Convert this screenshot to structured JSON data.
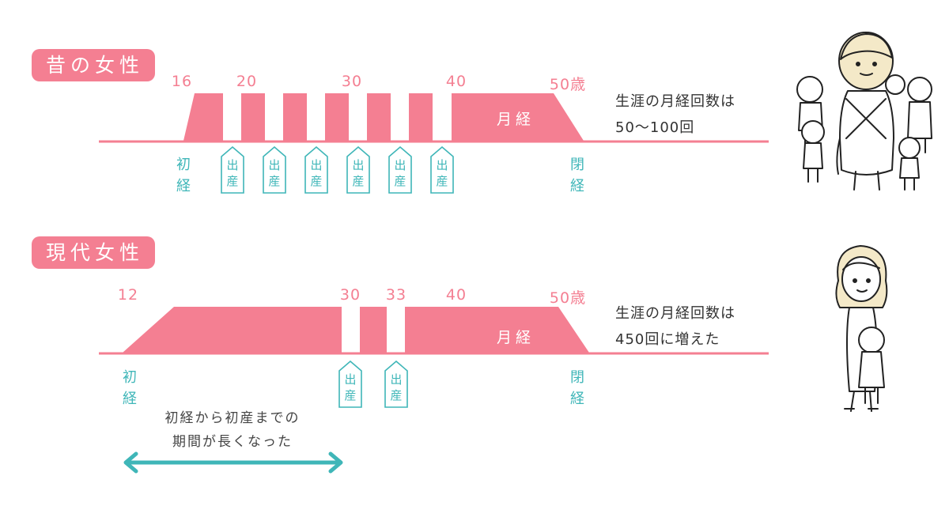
{
  "past": {
    "title": "昔の女性",
    "ticks": [
      "16",
      "20",
      "30",
      "40",
      "50歳"
    ],
    "period_label": "月経",
    "menarche": [
      "初",
      "経"
    ],
    "menopause": [
      "閉",
      "経"
    ],
    "birth_tags": [
      [
        "出",
        "産"
      ],
      [
        "出",
        "産"
      ],
      [
        "出",
        "産"
      ],
      [
        "出",
        "産"
      ],
      [
        "出",
        "産"
      ],
      [
        "出",
        "産"
      ]
    ],
    "summary_line1": "生涯の月経回数は",
    "summary_line2": "50〜100回"
  },
  "modern": {
    "title": "現代女性",
    "ticks": [
      "12",
      "30",
      "33",
      "40",
      "50歳"
    ],
    "period_label": "月経",
    "menarche": [
      "初",
      "経"
    ],
    "menopause": [
      "閉",
      "経"
    ],
    "birth_tags": [
      [
        "出",
        "産"
      ],
      [
        "出",
        "産"
      ]
    ],
    "summary_line1": "生涯の月経回数は",
    "summary_line2": "450回に増えた",
    "interval_line1": "初経から初産までの",
    "interval_line2": "期間が長くなった"
  },
  "colors": {
    "accent_pink": "#f47f92",
    "accent_teal": "#3fb6b8"
  }
}
